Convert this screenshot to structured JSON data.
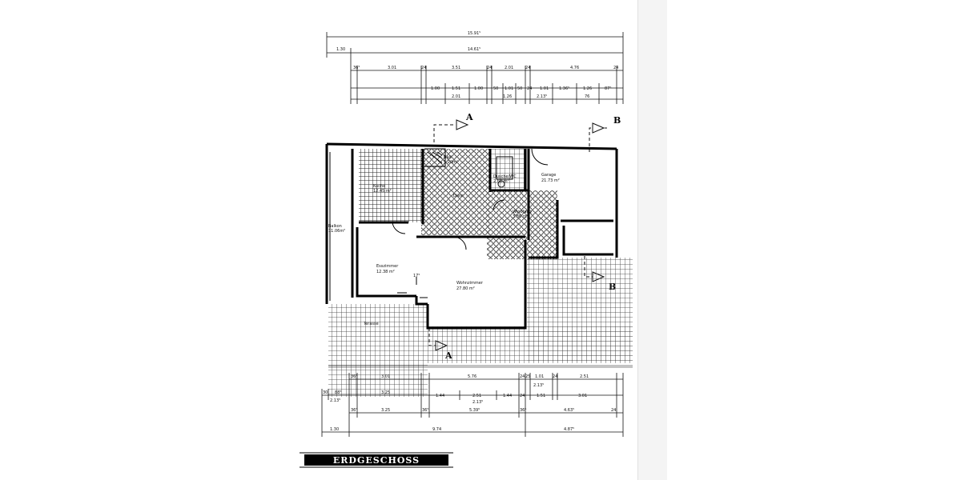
{
  "plan": {
    "title": "ERDGESCHOSS",
    "section_labels": {
      "A_top": "A",
      "A_bottom": "A",
      "B_top": "B",
      "B_bottom": "B"
    },
    "rooms": {
      "kueche": {
        "name": "Küche",
        "area": "12.45 m²"
      },
      "bad": {
        "name": "Bad",
        "area": "5.20m²"
      },
      "dusche_wc": {
        "name": "Dusche/WC",
        "area": "2.60 m²"
      },
      "garage": {
        "name": "Garage",
        "area": "21.73 m²"
      },
      "diele": {
        "name": "Diele",
        "area": ""
      },
      "windfang": {
        "name": "Windfang",
        "area": "3.86 m²"
      },
      "balkon": {
        "name": "Balkon",
        "area": "11.06m²"
      },
      "esszimmer": {
        "name": "Esszimmer",
        "area": "12.38 m²"
      },
      "wohnzimmer": {
        "name": "Wohnzimmer",
        "area": "27.80 m²"
      },
      "terasse": {
        "name": "Terasse",
        "area": ""
      }
    },
    "dims_top": {
      "total": "15.91⁵",
      "r2_a": "1.30",
      "r2_b": "14.61⁵",
      "r3": [
        "36⁵",
        "3.01",
        "24",
        "3.51",
        "24",
        "2.01",
        "24",
        "4.76",
        "24"
      ],
      "r4": [
        "1.00",
        "1.51",
        "1.00",
        "50",
        "1.01",
        "50",
        "24",
        "1.01",
        "1.36⁵",
        "1.26",
        "87⁵"
      ],
      "r5": [
        "2.01",
        "1.26",
        "2.13⁵",
        "76"
      ]
    },
    "dims_bottom": {
      "r1": [
        "36⁵",
        "3.01",
        "5.76",
        "24",
        "25",
        "1.01",
        "24",
        "2.51"
      ],
      "r1b": [
        "2.13⁵"
      ],
      "r2": [
        "30",
        "88⁵",
        "3.25",
        "1.44",
        "2.51",
        "1.44",
        "24",
        "1.51",
        "3.01"
      ],
      "r2b": [
        "2.13⁵",
        "2.13⁵"
      ],
      "r3": [
        "36⁵",
        "3.25",
        "36⁵",
        "5.39⁵",
        "36⁵",
        "4.63⁵",
        "24"
      ],
      "r4": [
        "1.30",
        "9.74",
        "4.87⁵"
      ],
      "misc": [
        "17⁵"
      ]
    }
  }
}
